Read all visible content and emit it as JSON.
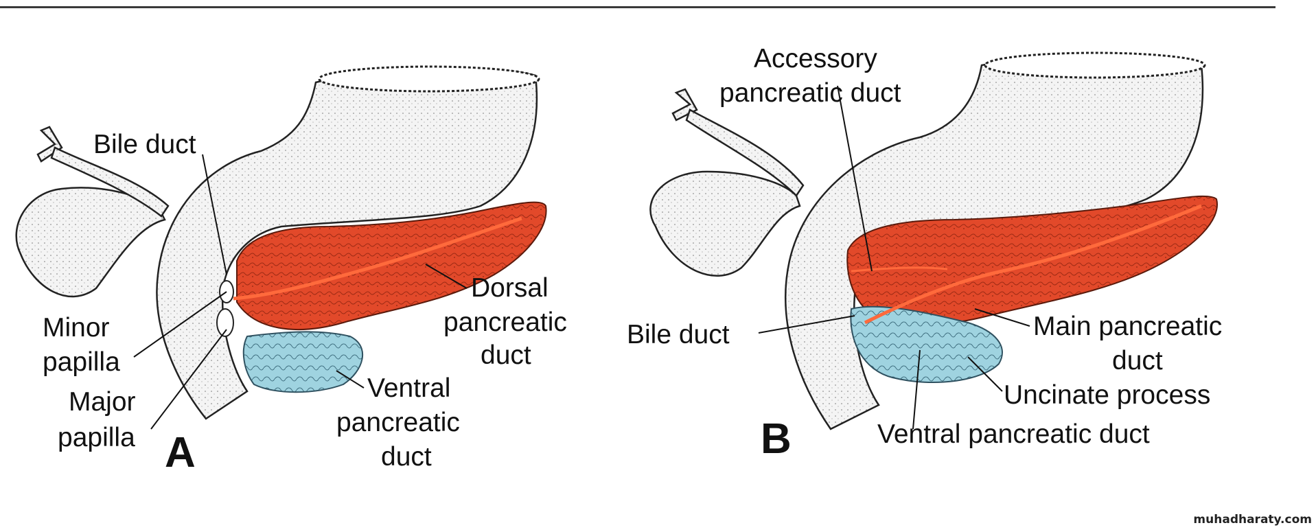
{
  "panel_a": {
    "letter": "A",
    "bile_duct": "Bile duct",
    "dorsal_line1": "Dorsal",
    "dorsal_line2": "pancreatic",
    "dorsal_line3": "duct",
    "minor_line1": "Minor",
    "minor_line2": "papilla",
    "major_line1": "Major",
    "major_line2": "papilla",
    "ventral_line1": "Ventral",
    "ventral_line2": "pancreatic",
    "ventral_line3": "duct"
  },
  "panel_b": {
    "letter": "B",
    "accessory_line1": "Accessory",
    "accessory_line2": "pancreatic duct",
    "bile_duct": "Bile duct",
    "main_line1": "Main pancreatic",
    "main_line2": "duct",
    "uncinate": "Uncinate process",
    "ventral": "Ventral pancreatic duct"
  },
  "watermark": "muhadharaty.com",
  "colors": {
    "pancreas_dorsal": "#e2492a",
    "pancreas_ventral": "#9fd3e0",
    "duct": "#ff6a3c",
    "organ_fill": "#f2f2f2"
  }
}
